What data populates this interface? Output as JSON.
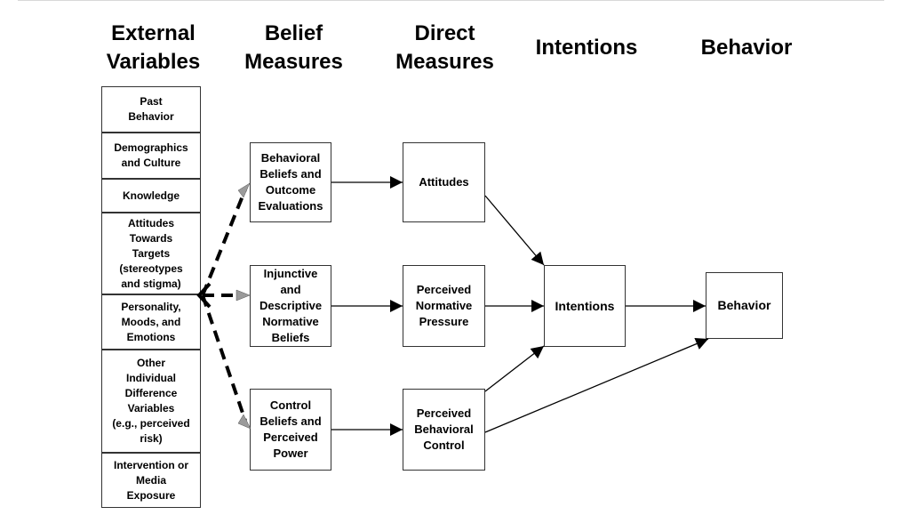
{
  "columns": {
    "external": "External\nVariables",
    "belief": "Belief\nMeasures",
    "direct": "Direct\nMeasures",
    "intentions": "Intentions",
    "behavior": "Behavior"
  },
  "external_variables": [
    "Past\nBehavior",
    "Demographics\nand Culture",
    "Knowledge",
    "Attitudes\nTowards\nTargets\n(stereotypes\nand stigma)",
    "Personality,\nMoods, and\nEmotions",
    "Other\nIndividual\nDifference\nVariables\n(e.g., perceived\nrisk)",
    "Intervention or\nMedia\nExposure"
  ],
  "belief_measures": [
    "Behavioral\nBeliefs and\nOutcome\nEvaluations",
    "Injunctive\nand\nDescriptive\nNormative\nBeliefs",
    "Control\nBeliefs and\nPerceived\nPower"
  ],
  "direct_measures": [
    "Attitudes",
    "Perceived\nNormative\nPressure",
    "Perceived\nBehavioral\nControl"
  ],
  "intentions": "Intentions",
  "behavior": "Behavior",
  "colors": {
    "line": "#000000",
    "arrowhead_gray": "#9a9a9a",
    "border": "#333333"
  }
}
